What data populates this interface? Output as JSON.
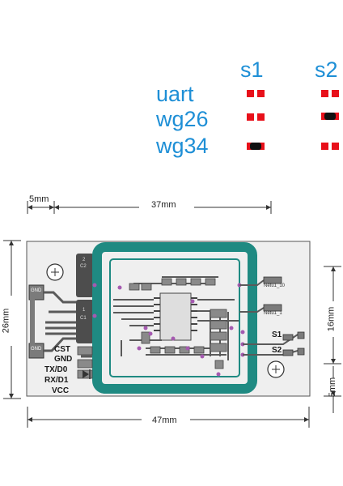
{
  "modes": [
    "uart",
    "wg26",
    "wg34"
  ],
  "switches": [
    "s1",
    "s2"
  ],
  "dimensions": {
    "top_left": "5mm",
    "top_width": "37mm",
    "height_left": "26mm",
    "height_right": "16mm",
    "bottom_right": "5mm",
    "bottom_width": "47mm"
  },
  "board_labels": {
    "cst": "CST",
    "gnd": "GND",
    "tx": "TX/D0",
    "rx": "RX/D1",
    "vcc": "VCC",
    "s1": "S1",
    "s2": "S2",
    "net10": "Netu1_10",
    "net1": "Netu1_1",
    "gnd_top": "GND",
    "gnd_bottom": "GND",
    "c2": "2",
    "c2b": "C2",
    "c1": "1",
    "c1b": "C1"
  },
  "colors": {
    "accent": "#1e8fd6",
    "pad": "#e8101a",
    "board": "#efefef",
    "trace": "#4f4f4f",
    "antenna": "#1f8a82"
  }
}
